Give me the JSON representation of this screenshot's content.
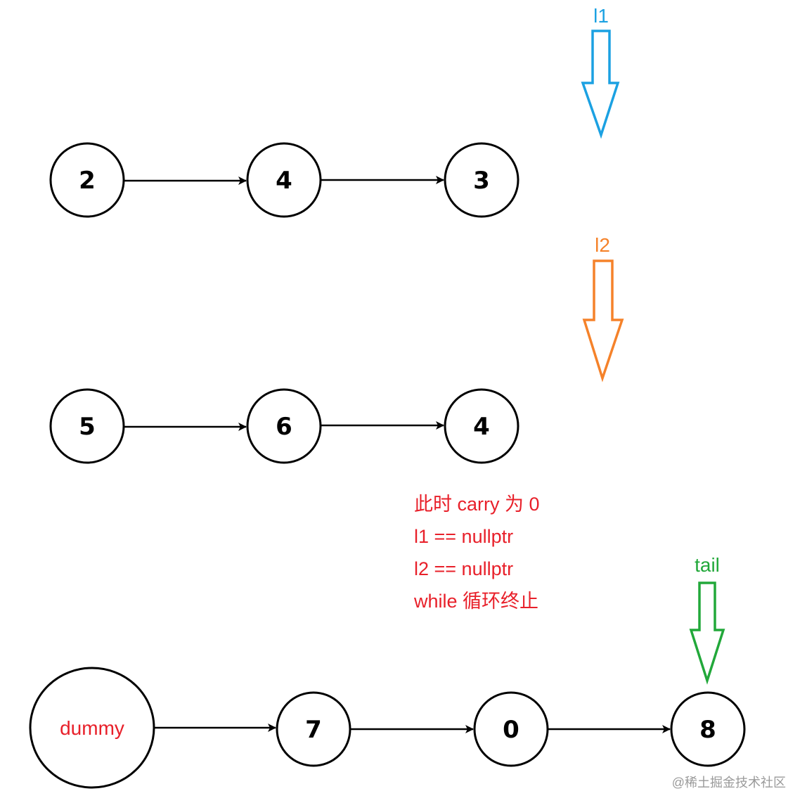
{
  "list_l1": {
    "nodes": [
      "2",
      "4",
      "3"
    ]
  },
  "list_l2": {
    "nodes": [
      "5",
      "6",
      "4"
    ]
  },
  "result_list": {
    "dummy_label": "dummy",
    "nodes": [
      "7",
      "0",
      "8"
    ]
  },
  "pointers": {
    "l1": {
      "label": "l1",
      "color": "#1ba1e2"
    },
    "l2": {
      "label": "l2",
      "color": "#f5822a"
    },
    "tail": {
      "label": "tail",
      "color": "#22a83a"
    }
  },
  "note": {
    "lines": [
      "此时 carry 为 0",
      "l1 == nullptr",
      "l2 == nullptr",
      "while 循环终止"
    ],
    "color": "#e8202a"
  },
  "watermark": "@稀土掘金技术社区"
}
